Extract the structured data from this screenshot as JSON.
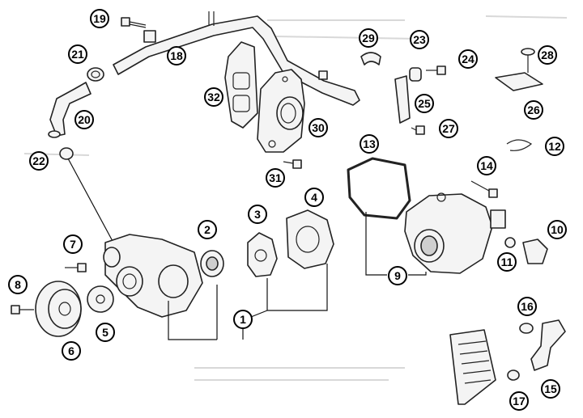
{
  "diagram": {
    "style": "black-and-white exploded parts view",
    "callouts": [
      {
        "id": "callout-1",
        "label": "1"
      },
      {
        "id": "callout-2",
        "label": "2"
      },
      {
        "id": "callout-3",
        "label": "3"
      },
      {
        "id": "callout-4",
        "label": "4"
      },
      {
        "id": "callout-5",
        "label": "5"
      },
      {
        "id": "callout-6",
        "label": "6"
      },
      {
        "id": "callout-7",
        "label": "7"
      },
      {
        "id": "callout-8",
        "label": "8"
      },
      {
        "id": "callout-9",
        "label": "9"
      },
      {
        "id": "callout-10",
        "label": "10"
      },
      {
        "id": "callout-11",
        "label": "11"
      },
      {
        "id": "callout-12",
        "label": "12"
      },
      {
        "id": "callout-13",
        "label": "13"
      },
      {
        "id": "callout-14",
        "label": "14"
      },
      {
        "id": "callout-15",
        "label": "15"
      },
      {
        "id": "callout-16",
        "label": "16"
      },
      {
        "id": "callout-17",
        "label": "17"
      },
      {
        "id": "callout-18",
        "label": "18"
      },
      {
        "id": "callout-19",
        "label": "19"
      },
      {
        "id": "callout-20",
        "label": "20"
      },
      {
        "id": "callout-21",
        "label": "21"
      },
      {
        "id": "callout-22",
        "label": "22"
      },
      {
        "id": "callout-23",
        "label": "23"
      },
      {
        "id": "callout-24",
        "label": "24"
      },
      {
        "id": "callout-25",
        "label": "25"
      },
      {
        "id": "callout-26",
        "label": "26"
      },
      {
        "id": "callout-27",
        "label": "27"
      },
      {
        "id": "callout-28",
        "label": "28"
      },
      {
        "id": "callout-29",
        "label": "29"
      },
      {
        "id": "callout-30",
        "label": "30"
      },
      {
        "id": "callout-31",
        "label": "31"
      },
      {
        "id": "callout-32",
        "label": "32"
      }
    ]
  }
}
